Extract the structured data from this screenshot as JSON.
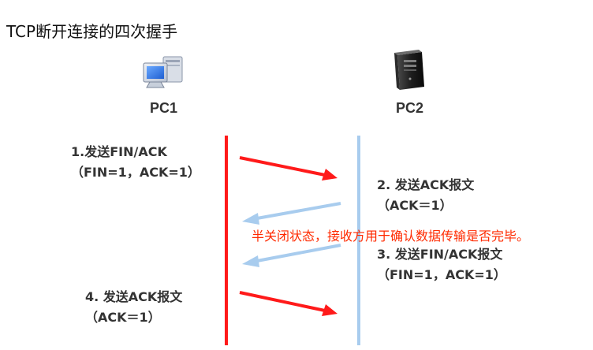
{
  "title": "TCP断开连接的四次握手",
  "pc1": {
    "label": "PC1",
    "icon": "desktop-computer-icon"
  },
  "pc2": {
    "label": "PC2",
    "icon": "server-tower-icon"
  },
  "steps": [
    {
      "line1": "1.发送FIN/ACK",
      "line2": "（FIN=1，ACK=1）"
    },
    {
      "line1": "2. 发送ACK报文",
      "line2": "（ACK＝1）"
    },
    {
      "line1": "3. 发送FIN/ACK报文",
      "line2": "（FIN=1，ACK=1）"
    },
    {
      "line1": "4. 发送ACK报文",
      "line2": "（ACK＝1）"
    }
  ],
  "note": "半关闭状态，接收方用于确认数据传输是否完毕。",
  "colors": {
    "pc1_line": "#ff1a1a",
    "pc2_line": "#a8ccee",
    "note": "#ff2a00"
  }
}
